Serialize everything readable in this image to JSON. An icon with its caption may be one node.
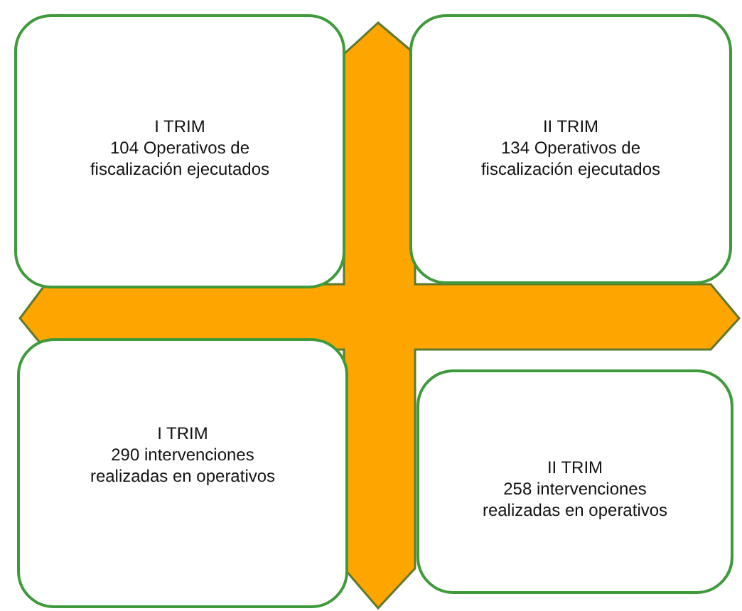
{
  "diagram": {
    "nodes": [
      {
        "text": [
          "I TRIM",
          "104 Operativos de fiscalización ejecutados"
        ]
      },
      {
        "text": [
          "II TRIM",
          "134 Operativos de fiscalización ejecutados"
        ]
      },
      {
        "text": [
          "I TRIM",
          "290 intervenciones realizadas en operativos"
        ]
      },
      {
        "text": [
          "II TRIM",
          "258 intervenciones realizadas en operativos"
        ]
      }
    ]
  }
}
